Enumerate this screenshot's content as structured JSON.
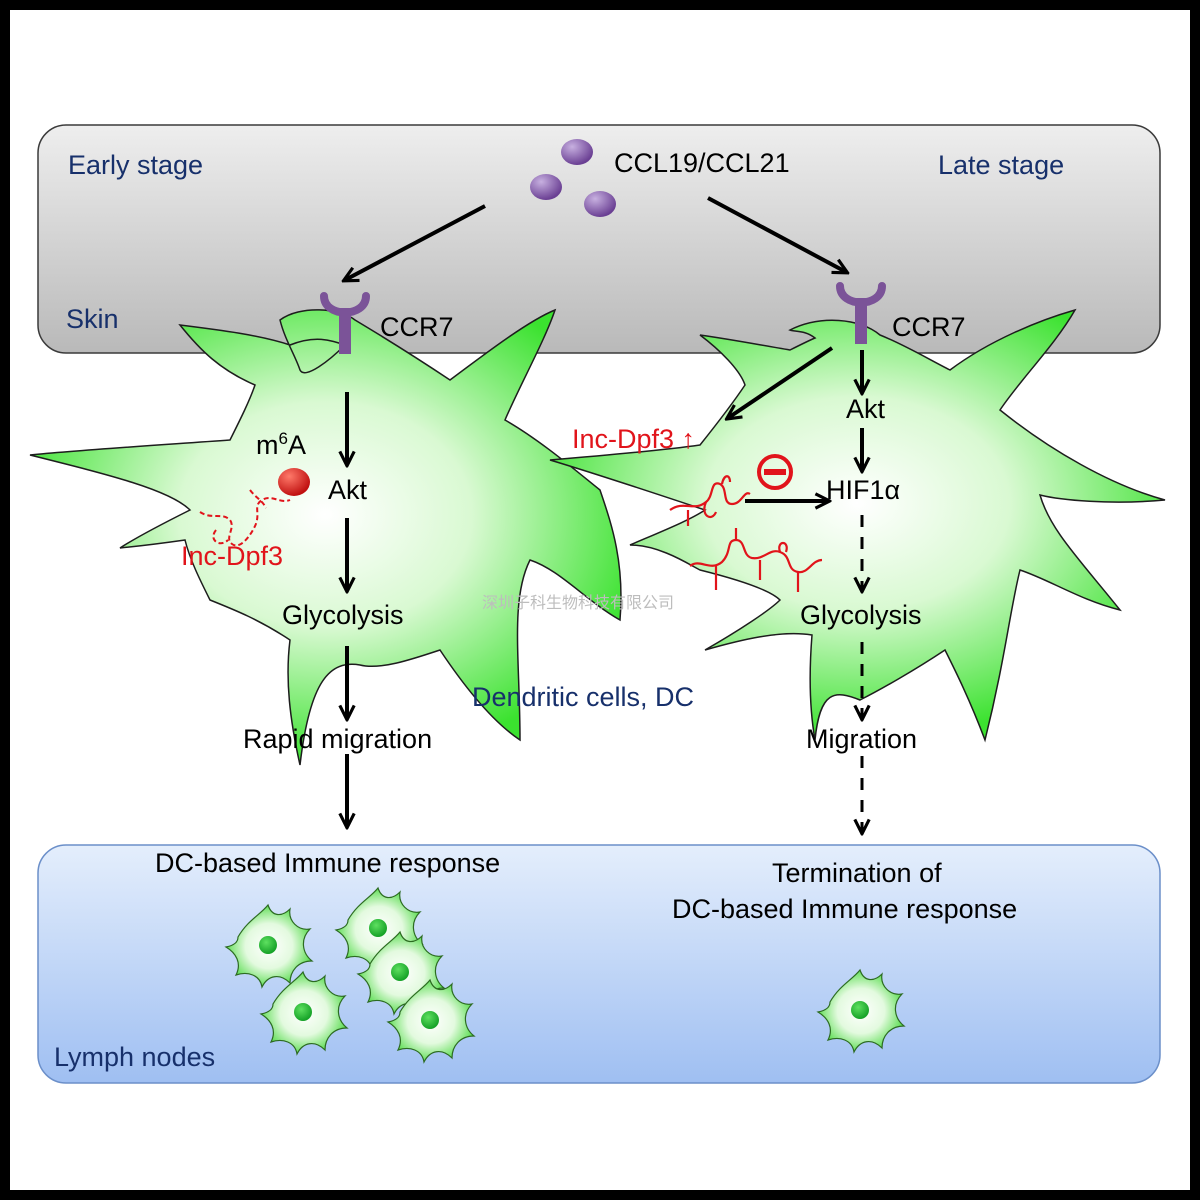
{
  "regions": {
    "early_stage": "Early stage",
    "late_stage": "Late stage",
    "skin": "Skin",
    "lymph_nodes": "Lymph nodes",
    "cells": "Dendritic cells, DC"
  },
  "ligand": "CCL19/CCL21",
  "early": {
    "receptor": "CCR7",
    "m6a_base": "m",
    "m6a_sup": "6",
    "m6a_tail": "A",
    "akt": "Akt",
    "lnc": "Inc-Dpf3",
    "glycolysis": "Glycolysis",
    "migration": "Rapid migration",
    "outcome": "DC-based Immune response"
  },
  "late": {
    "receptor": "CCR7",
    "akt": "Akt",
    "lnc": "Inc-Dpf3 ↑",
    "hif": "HIF1α",
    "glycolysis": "Glycolysis",
    "migration": "Migration",
    "outcome_line1": "Termination of",
    "outcome_line2": "DC-based Immune response"
  },
  "watermark": "深圳子科生物科技有限公司",
  "colors": {
    "cell_green": "#3be22f",
    "receptor_purple": "#7b5398",
    "lnc_red": "#e1141b",
    "label_navy": "#17306b"
  }
}
